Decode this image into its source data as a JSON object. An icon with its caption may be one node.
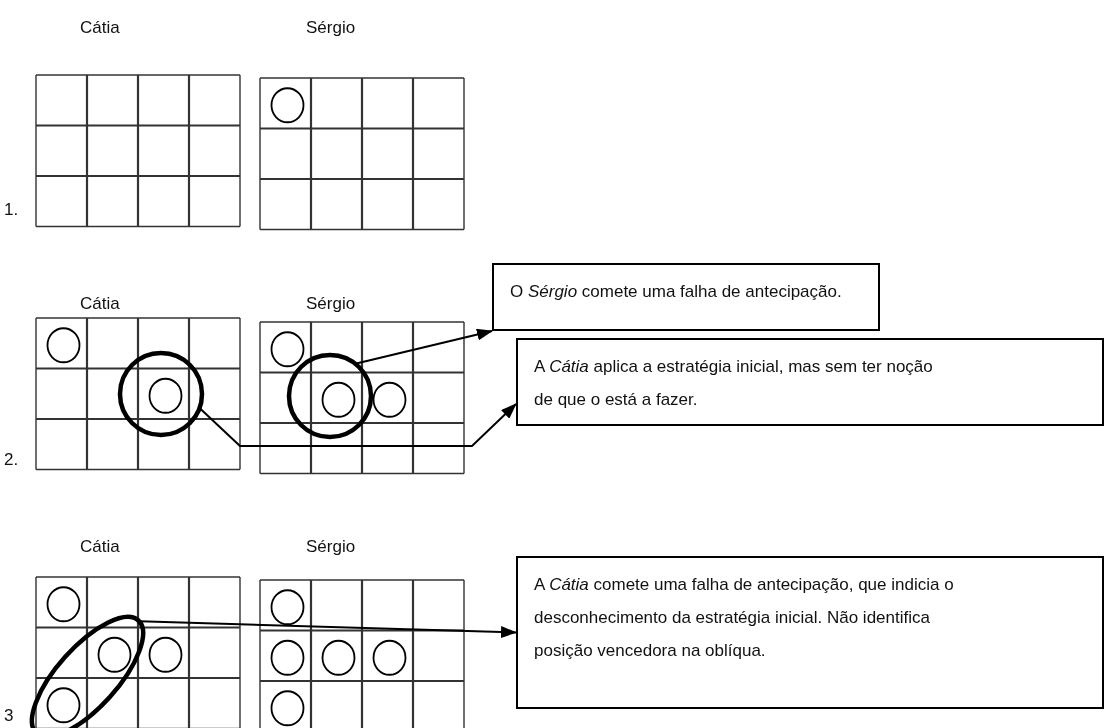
{
  "diagram": {
    "nodes": [
      {
        "text": [
          "O *Sérgio* comete uma falha de antecipação."
        ]
      },
      {
        "text": [],
        "shape": "circle"
      },
      {
        "text": [],
        "shape": "circle"
      },
      {
        "text": [
          "A *Cátia* aplica a estratégia inicial, mas sem ter noção de que o está a fazer."
        ]
      },
      {
        "text": [],
        "shape": "ellipse"
      },
      {
        "text": [
          "A *Cátia* comete uma falha de antecipação, que indicia o desconhecimento da estratégia inicial. Não identifica posição vencedora na oblíqua."
        ]
      }
    ],
    "edges": [
      {
        "from": 2,
        "to": 0,
        "arrow": "to"
      },
      {
        "from": 1,
        "to": 3,
        "arrow": "to"
      },
      {
        "from": 4,
        "to": 5,
        "arrow": "to"
      }
    ],
    "labels": [
      "Cátia",
      "Sérgio",
      "1.",
      "Cátia",
      "Sérgio",
      "2.",
      "Cátia",
      "Sérgio",
      "3"
    ]
  }
}
